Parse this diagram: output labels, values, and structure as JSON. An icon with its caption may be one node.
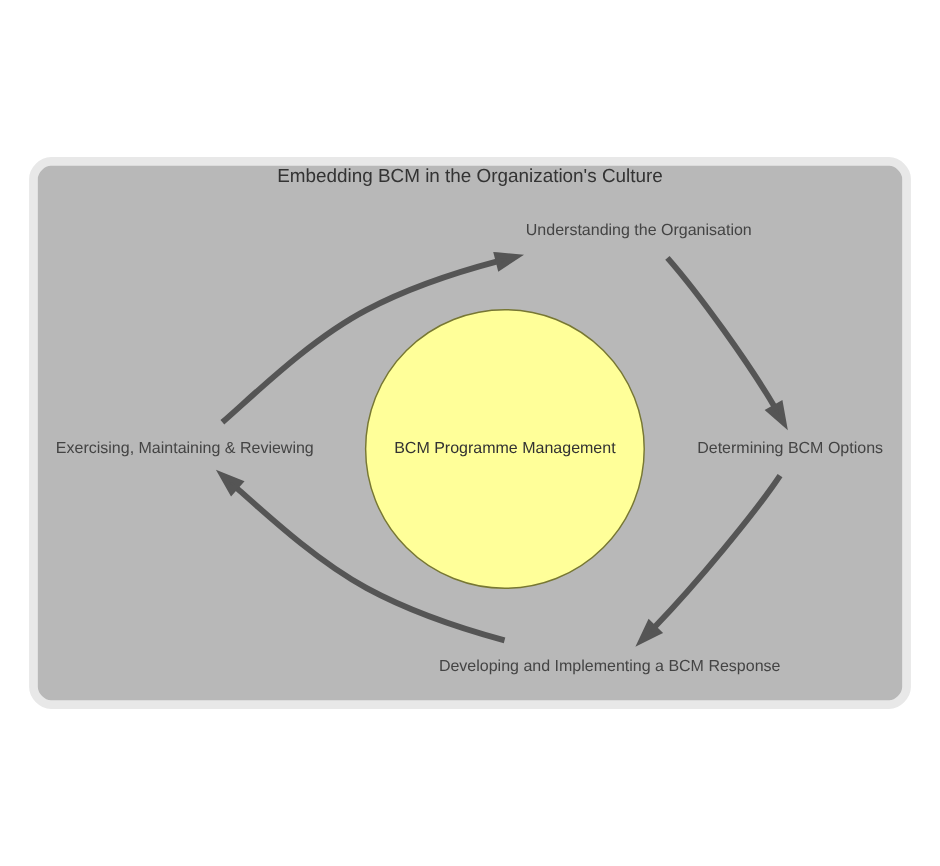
{
  "diagram": {
    "nodes": [
      {
        "text": [
          "Embedding BCM in the Organization's Culture"
        ]
      },
      {
        "text": [
          "Understanding the Organisation"
        ],
        "in": 0
      },
      {
        "text": [
          "Determining BCM Options"
        ],
        "in": 0
      },
      {
        "text": [
          "Developing and Implementing a BCM Response"
        ],
        "in": 0
      },
      {
        "text": [
          "Exercising, Maintaining & Reviewing"
        ],
        "in": 0
      },
      {
        "text": [
          "BCM Programme Management"
        ],
        "in": 0
      }
    ],
    "edges": [
      {
        "from": 1,
        "to": 2,
        "arrow": "to"
      },
      {
        "from": 2,
        "to": 3,
        "arrow": "to"
      },
      {
        "from": 3,
        "to": 4,
        "arrow": "to"
      },
      {
        "from": 4,
        "to": 1,
        "arrow": "to"
      }
    ]
  }
}
